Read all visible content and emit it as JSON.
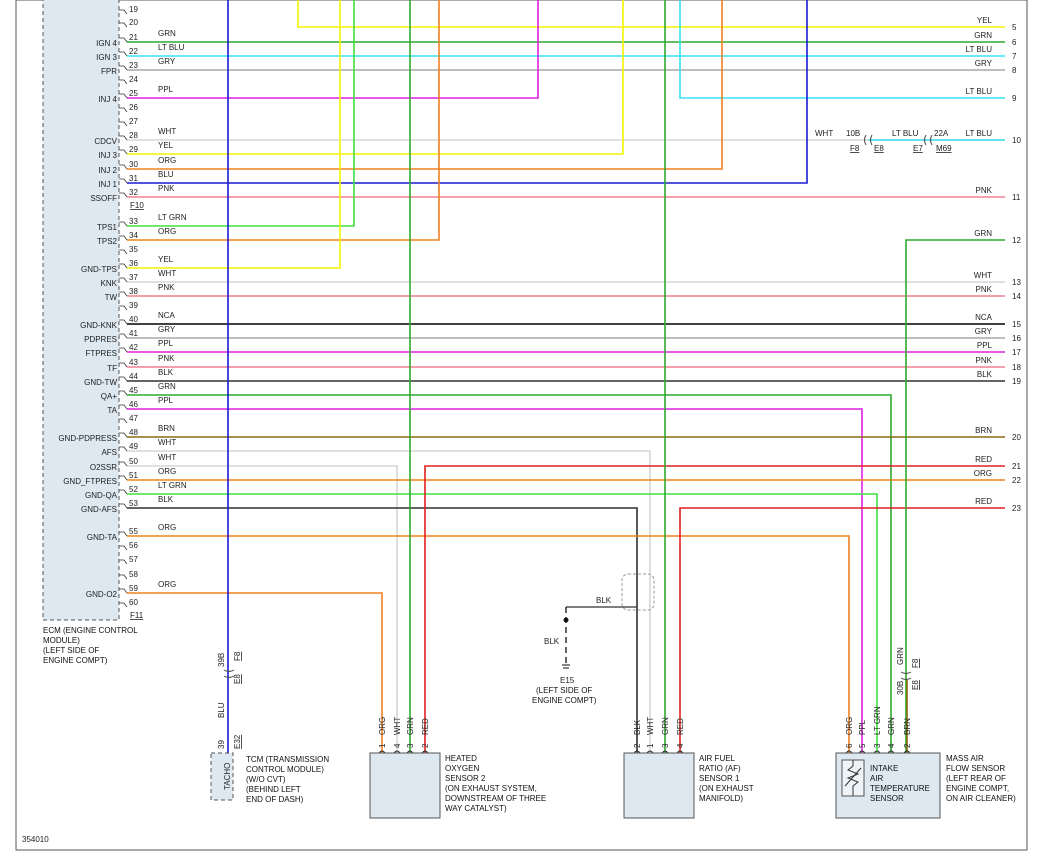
{
  "figure_number": "354010",
  "ecm": {
    "label_lines": [
      "ECM (ENGINE CONTROL",
      "MODULE)",
      "(LEFT SIDE OF",
      "ENGINE COMPT)"
    ],
    "connector_f10": "F10",
    "connector_f11": "F11"
  },
  "ecm_pins": [
    {
      "pin": "19",
      "name": "",
      "color": "",
      "hex": ""
    },
    {
      "pin": "20",
      "name": "",
      "color": "",
      "hex": ""
    },
    {
      "pin": "21",
      "name": "IGN 4",
      "color": "GRN",
      "hex": "#2eaa2e"
    },
    {
      "pin": "22",
      "name": "IGN 3",
      "color": "LT BLU",
      "hex": "#38e0f0"
    },
    {
      "pin": "23",
      "name": "FPR",
      "color": "GRY",
      "hex": "#a8a8a8"
    },
    {
      "pin": "24",
      "name": "",
      "color": "",
      "hex": ""
    },
    {
      "pin": "25",
      "name": "INJ 4",
      "color": "PPL",
      "hex": "#e020e0"
    },
    {
      "pin": "26",
      "name": "",
      "color": "",
      "hex": ""
    },
    {
      "pin": "27",
      "name": "",
      "color": "",
      "hex": ""
    },
    {
      "pin": "28",
      "name": "CDCV",
      "color": "WHT",
      "hex": "#d6d6d6"
    },
    {
      "pin": "29",
      "name": "INJ 3",
      "color": "YEL",
      "hex": "#f4f400"
    },
    {
      "pin": "30",
      "name": "INJ 2",
      "color": "ORG",
      "hex": "#f08020"
    },
    {
      "pin": "31",
      "name": "INJ 1",
      "color": "BLU",
      "hex": "#1a1ad0"
    },
    {
      "pin": "32",
      "name": "SSOFF",
      "color": "PNK",
      "hex": "#f08090"
    },
    {
      "pin": "33",
      "name": "TPS1",
      "color": "LT GRN",
      "hex": "#3ee03e"
    },
    {
      "pin": "34",
      "name": "TPS2",
      "color": "ORG",
      "hex": "#f08020"
    },
    {
      "pin": "35",
      "name": "",
      "color": "",
      "hex": ""
    },
    {
      "pin": "36",
      "name": "GND-TPS",
      "color": "YEL",
      "hex": "#f4f400"
    },
    {
      "pin": "37",
      "name": "KNK",
      "color": "WHT",
      "hex": "#d6d6d6"
    },
    {
      "pin": "38",
      "name": "TW",
      "color": "PNK",
      "hex": "#f08090"
    },
    {
      "pin": "39",
      "name": "",
      "color": "",
      "hex": ""
    },
    {
      "pin": "40",
      "name": "GND-KNK",
      "color": "NCA",
      "hex": "#000000"
    },
    {
      "pin": "41",
      "name": "PDPRES",
      "color": "GRY",
      "hex": "#a8a8a8"
    },
    {
      "pin": "42",
      "name": "FTPRES",
      "color": "PPL",
      "hex": "#e020e0"
    },
    {
      "pin": "43",
      "name": "TF",
      "color": "PNK",
      "hex": "#f08090"
    },
    {
      "pin": "44",
      "name": "GND-TW",
      "color": "BLK",
      "hex": "#303030"
    },
    {
      "pin": "45",
      "name": "QA+",
      "color": "GRN",
      "hex": "#2eaa2e"
    },
    {
      "pin": "46",
      "name": "TA",
      "color": "PPL",
      "hex": "#e020e0"
    },
    {
      "pin": "47",
      "name": "",
      "color": "",
      "hex": ""
    },
    {
      "pin": "48",
      "name": "GND-PDPRESS",
      "color": "BRN",
      "hex": "#8a6a10"
    },
    {
      "pin": "49",
      "name": "AFS",
      "color": "WHT",
      "hex": "#d6d6d6"
    },
    {
      "pin": "50",
      "name": "O2SSR",
      "color": "WHT",
      "hex": "#d6d6d6"
    },
    {
      "pin": "51",
      "name": "GND_FTPRES",
      "color": "ORG",
      "hex": "#f08020"
    },
    {
      "pin": "52",
      "name": "GND-QA",
      "color": "LT GRN",
      "hex": "#3ee03e"
    },
    {
      "pin": "53",
      "name": "GND-AFS",
      "color": "BLK",
      "hex": "#303030"
    },
    {
      "pin": "55",
      "name": "GND-TA",
      "color": "ORG",
      "hex": "#f08020"
    },
    {
      "pin": "56",
      "name": "",
      "color": "",
      "hex": ""
    },
    {
      "pin": "57",
      "name": "",
      "color": "",
      "hex": ""
    },
    {
      "pin": "58",
      "name": "",
      "color": "",
      "hex": ""
    },
    {
      "pin": "59",
      "name": "GND-O2",
      "color": "ORG",
      "hex": "#f08020"
    },
    {
      "pin": "60",
      "name": "",
      "color": "",
      "hex": ""
    }
  ],
  "right_labels": [
    {
      "color": "YEL",
      "ref": "5",
      "hex": "#f4f400"
    },
    {
      "color": "GRN",
      "ref": "6",
      "hex": "#2eaa2e"
    },
    {
      "color": "LT BLU",
      "ref": "7",
      "hex": "#38e0f0"
    },
    {
      "color": "GRY",
      "ref": "8",
      "hex": "#a8a8a8"
    },
    {
      "color": "LT BLU",
      "ref": "9",
      "hex": "#38e0f0"
    },
    {
      "color": "LT BLU",
      "ref": "10",
      "hex": "#38e0f0"
    },
    {
      "color": "PNK",
      "ref": "11",
      "hex": "#f08090"
    },
    {
      "color": "GRN",
      "ref": "12",
      "hex": "#2eaa2e"
    },
    {
      "color": "WHT",
      "ref": "13",
      "hex": "#d6d6d6"
    },
    {
      "color": "PNK",
      "ref": "14",
      "hex": "#f08090"
    },
    {
      "color": "NCA",
      "ref": "15",
      "hex": "#000000"
    },
    {
      "color": "GRY",
      "ref": "16",
      "hex": "#a8a8a8"
    },
    {
      "color": "PPL",
      "ref": "17",
      "hex": "#e020e0"
    },
    {
      "color": "PNK",
      "ref": "18",
      "hex": "#f08090"
    },
    {
      "color": "BLK",
      "ref": "19",
      "hex": "#303030"
    },
    {
      "color": "BRN",
      "ref": "20",
      "hex": "#8a6a10"
    },
    {
      "color": "RED",
      "ref": "21",
      "hex": "#e02020"
    },
    {
      "color": "ORG",
      "ref": "22",
      "hex": "#f08020"
    },
    {
      "color": "RED",
      "ref": "23",
      "hex": "#e02020"
    }
  ],
  "cdcv_connectors": {
    "wht": "WHT",
    "c10b": "10B",
    "f8": "F8",
    "e8": "E8",
    "lt_blu": "LT BLU",
    "c22a": "22A",
    "e7": "E7",
    "m69": "M69"
  },
  "tcm": {
    "label_lines": [
      "TCM (TRANSMISSION",
      "CONTROL MODULE)",
      "(W/O CVT)",
      "(BEHIND LEFT",
      "END OF DASH)"
    ],
    "pin_39b": "39B",
    "f8": "F8",
    "e8": "E8",
    "wire": "BLU",
    "pin_39": "39",
    "e32": "E32",
    "tacho": "TACHO"
  },
  "ground": {
    "blk_top": "BLK",
    "blk_side": "BLK",
    "id": "E15",
    "label_lines": [
      "(LEFT SIDE OF",
      "ENGINE COMPT)"
    ]
  },
  "hos2": {
    "label_lines": [
      "HEATED",
      "OXYGEN",
      "SENSOR 2",
      "(ON EXHAUST SYSTEM,",
      "DOWNSTREAM OF THREE",
      "WAY CATALYST)"
    ],
    "pins": [
      {
        "num": "1",
        "color": "ORG"
      },
      {
        "num": "4",
        "color": "WHT"
      },
      {
        "num": "3",
        "color": "GRN"
      },
      {
        "num": "2",
        "color": "RED"
      }
    ]
  },
  "af": {
    "label_lines": [
      "AIR FUEL",
      "RATIO (AF)",
      "SENSOR 1",
      "(ON EXHAUST",
      "MANIFOLD)"
    ],
    "pins": [
      {
        "num": "2",
        "color": "BLK"
      },
      {
        "num": "1",
        "color": "WHT"
      },
      {
        "num": "3",
        "color": "GRN"
      },
      {
        "num": "4",
        "color": "RED"
      }
    ]
  },
  "maf": {
    "label_lines": [
      "MASS AIR",
      "FLOW SENSOR",
      "(LEFT REAR OF",
      "ENGINE COMPT,",
      "ON AIR CLEANER)"
    ],
    "iat_lines": [
      "INTAKE",
      "AIR",
      "TEMPERATURE",
      "SENSOR"
    ],
    "pins": [
      {
        "num": "6",
        "color": "ORG"
      },
      {
        "num": "5",
        "color": "PPL"
      },
      {
        "num": "3",
        "color": "LT GRN"
      },
      {
        "num": "4",
        "color": "GRN"
      },
      {
        "num": "2",
        "color": "BRN"
      }
    ],
    "grn_upper": "GRN",
    "f8": "F8",
    "e8": "E8",
    "c30b": "30B"
  }
}
